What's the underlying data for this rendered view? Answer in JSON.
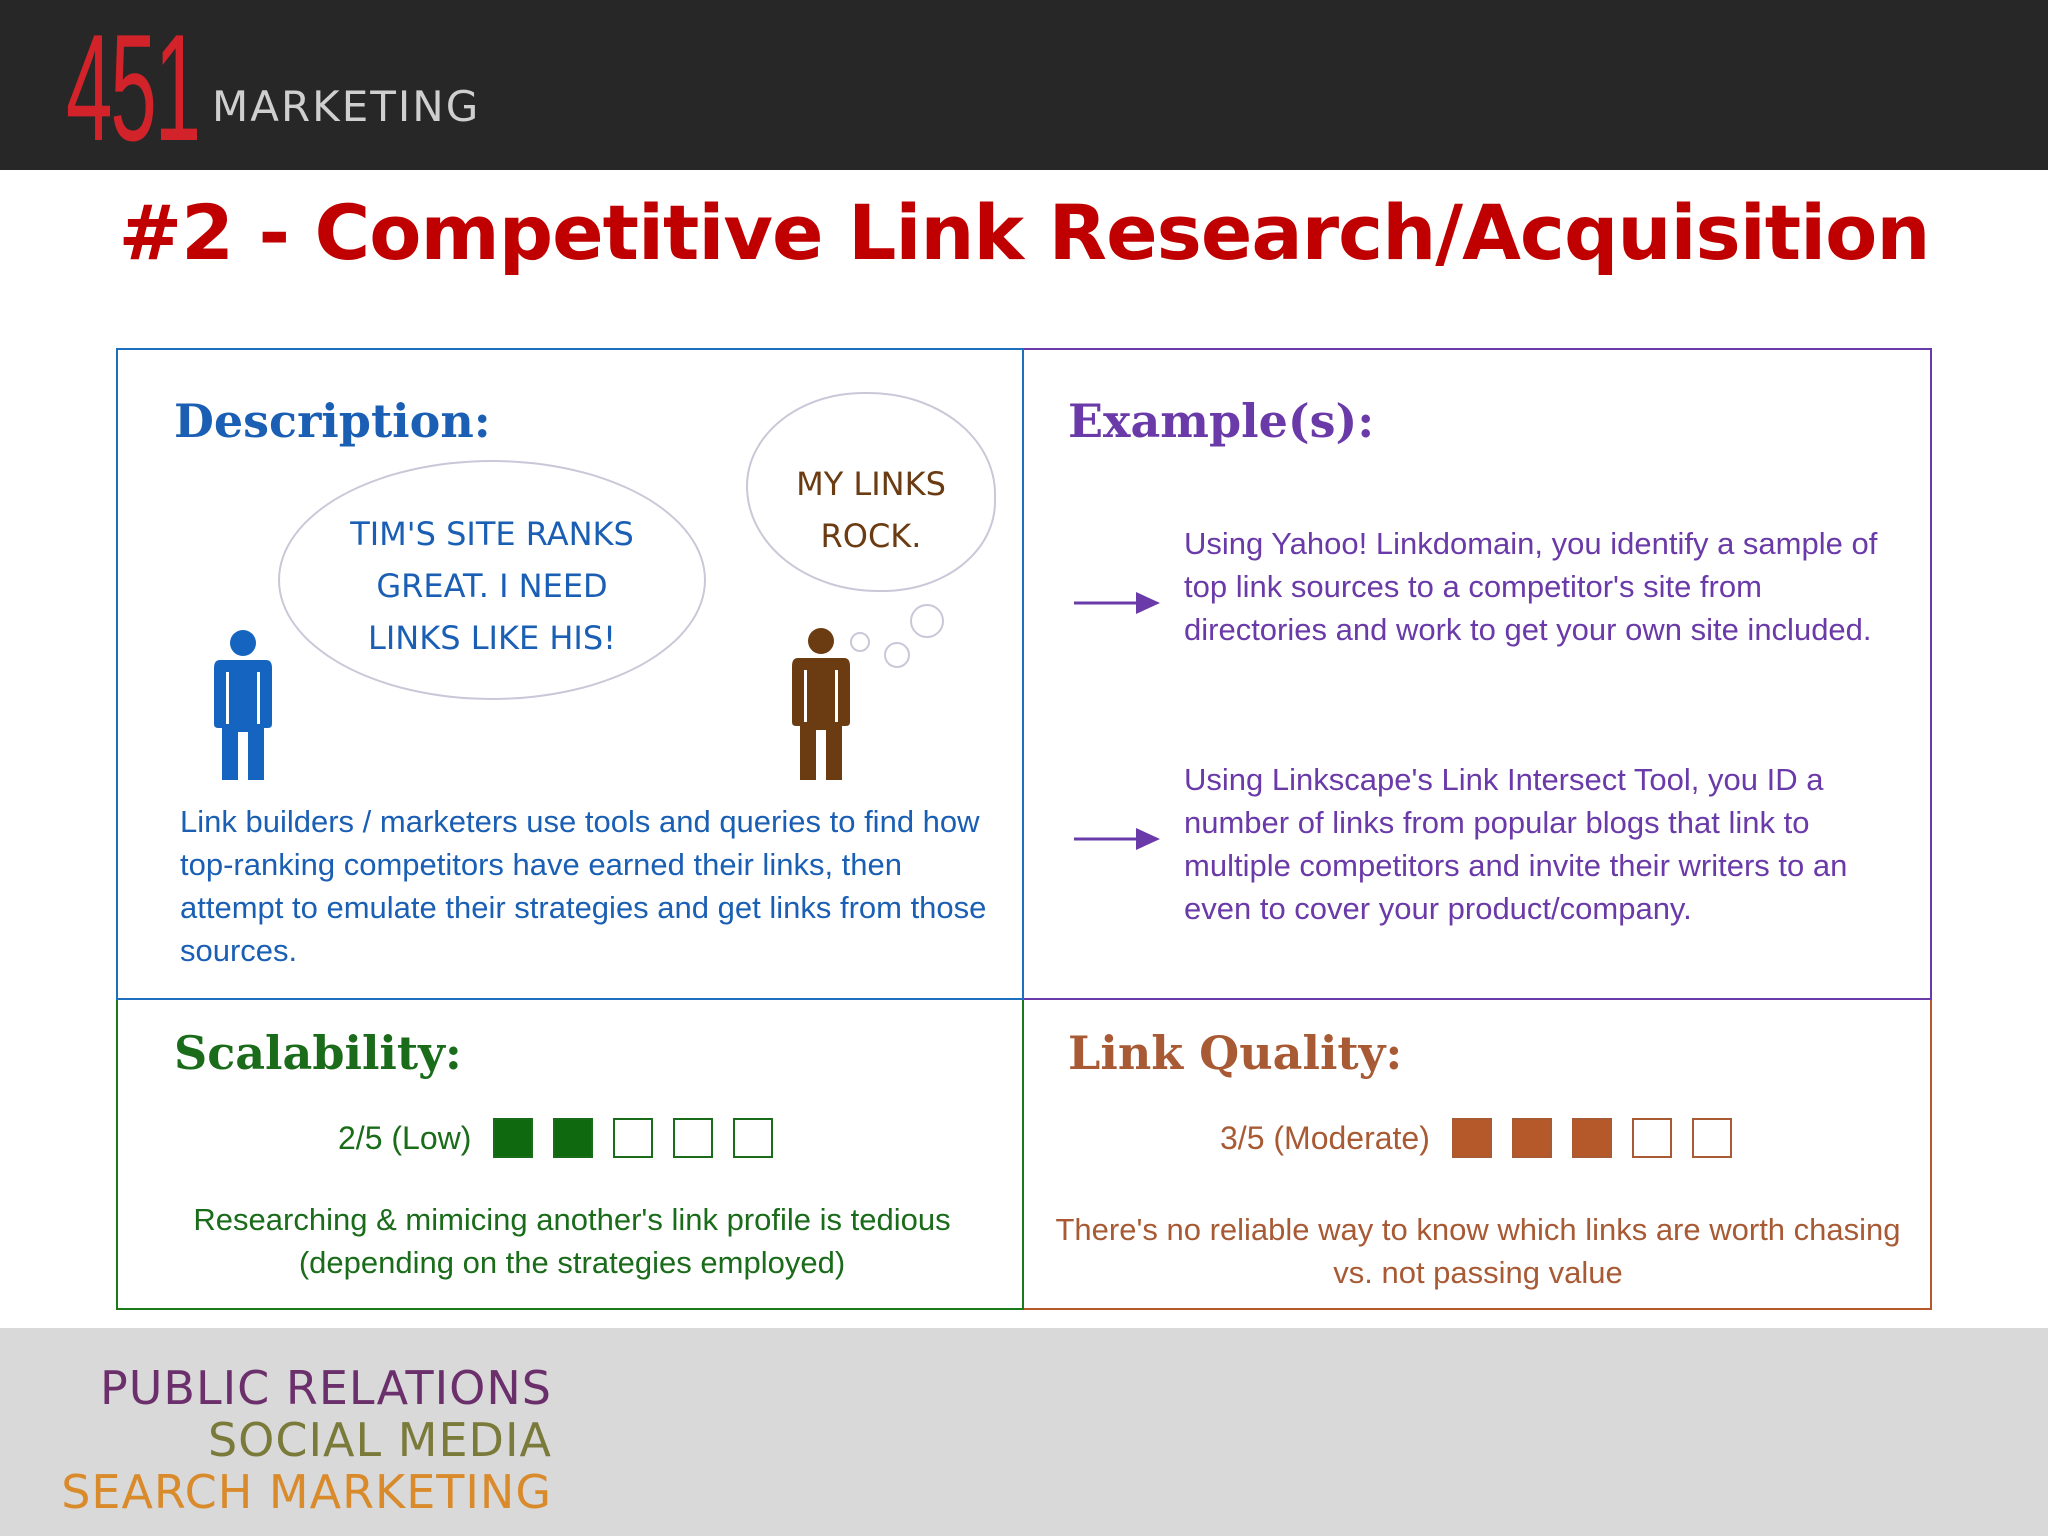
{
  "brand": {
    "logo_number": "451",
    "logo_word": "MARKETING",
    "red": "#d2232a"
  },
  "slide": {
    "title": "#2 - Competitive Link Research/Acquisition"
  },
  "description": {
    "heading": "Description:",
    "bubble_left_lines": [
      "TIM'S SITE RANKS",
      "GREAT. I NEED",
      "LINKS LIKE HIS!"
    ],
    "bubble_right_lines": [
      "MY LINKS",
      "ROCK."
    ],
    "body": "Link builders / marketers use tools and queries to find how top-ranking competitors have earned their links, then attempt to emulate their strategies and get links from those sources.",
    "icons": [
      "person-blue-icon",
      "person-brown-icon",
      "speech-bubble-icon",
      "thought-bubble-icon"
    ]
  },
  "examples": {
    "heading": "Example(s):",
    "items": [
      "Using Yahoo! Linkdomain, you identify a sample of top link sources to a competitor's site from directories and work to get your own site included.",
      "Using Linkscape's Link Intersect Tool, you ID a number of links from popular blogs that link to multiple competitors and invite their writers to an even to cover your product/company."
    ],
    "icons": [
      "arrow-right-icon"
    ]
  },
  "scalability": {
    "heading": "Scalability:",
    "rating_label": "2/5 (Low)",
    "rating": 2,
    "max": 5,
    "text": "Researching & mimicing another's link profile is tedious (depending on the strategies employed)",
    "color": "#1a6b1a"
  },
  "link_quality": {
    "heading": "Link Quality:",
    "rating_label": "3/5 (Moderate)",
    "rating": 3,
    "max": 5,
    "text": "There's no reliable way to know which links are worth chasing vs. not passing value",
    "color": "#a85a35"
  },
  "footer": {
    "lines": [
      "PUBLIC RELATIONS",
      "SOCIAL MEDIA",
      "SEARCH MARKETING"
    ]
  }
}
